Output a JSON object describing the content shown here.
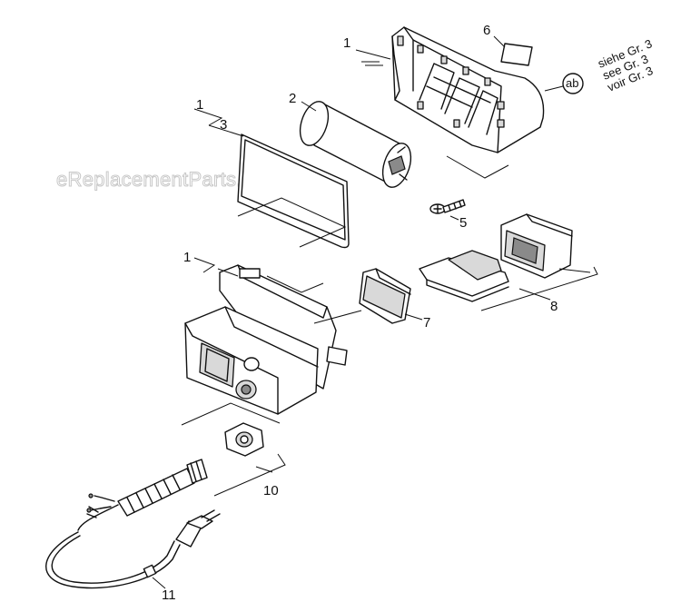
{
  "watermark": "eReplacementParts.com",
  "callouts": {
    "c1a": "1",
    "c1b": "1",
    "c1c": "1",
    "c2": "2",
    "c3": "3",
    "c5": "5",
    "c6": "6",
    "c7": "7",
    "c8": "8",
    "c10": "10",
    "c11": "11"
  },
  "reference": {
    "badge": "ab",
    "lines": [
      "siehe Gr. 3",
      "see Gr. 3",
      "voir Gr. 3"
    ]
  }
}
